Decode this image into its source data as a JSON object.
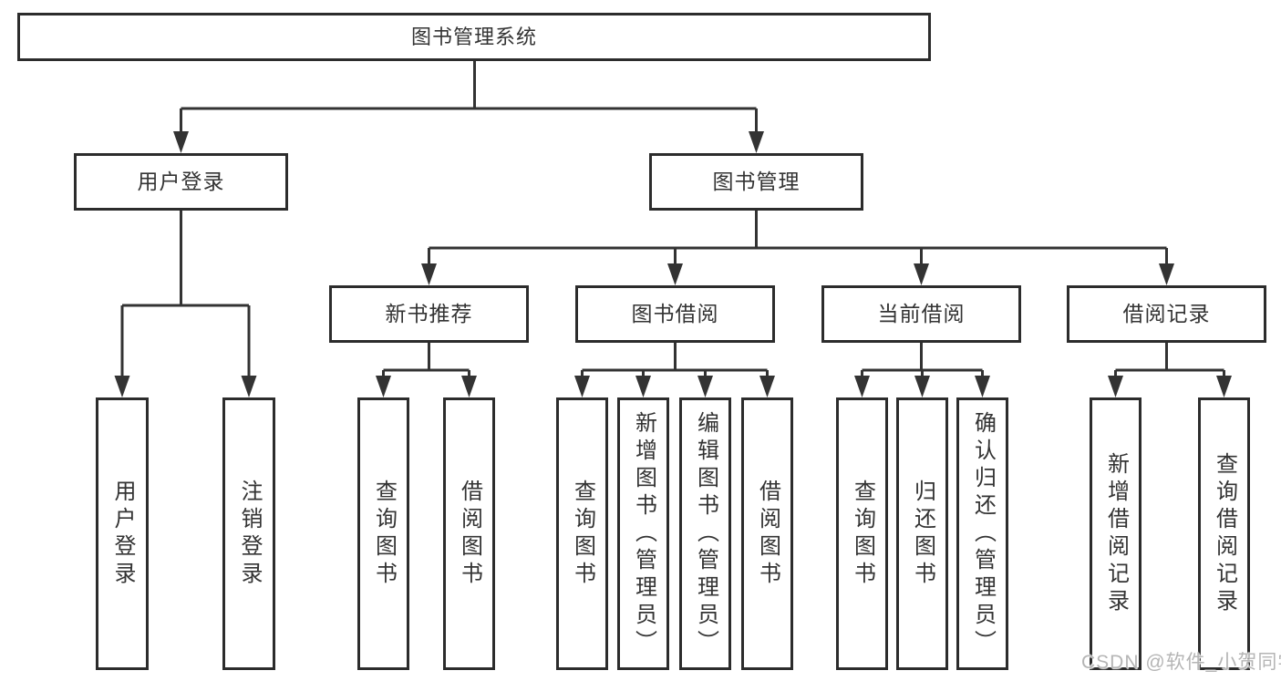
{
  "colors": {
    "line": "#333333",
    "border": "#2c2c2c",
    "text": "#333333",
    "background": "#ffffff",
    "watermark": "#b5b5b5"
  },
  "tree": {
    "root": {
      "label": "图书管理系统"
    },
    "branches": [
      {
        "label": "用户登录",
        "children": [
          {
            "label": "用户登录"
          },
          {
            "label": "注销登录"
          }
        ]
      },
      {
        "label": "图书管理",
        "groups": [
          {
            "label": "新书推荐",
            "children": [
              {
                "label": "查询图书"
              },
              {
                "label": "借阅图书"
              }
            ]
          },
          {
            "label": "图书借阅",
            "children": [
              {
                "label": "查询图书"
              },
              {
                "label": "新增图书（管理员）"
              },
              {
                "label": "编辑图书（管理员）"
              },
              {
                "label": "借阅图书"
              }
            ]
          },
          {
            "label": "当前借阅",
            "children": [
              {
                "label": "查询图书"
              },
              {
                "label": "归还图书"
              },
              {
                "label": "确认归还（管理员）"
              }
            ]
          },
          {
            "label": "借阅记录",
            "children": [
              {
                "label": "新增借阅记录"
              },
              {
                "label": "查询借阅记录"
              }
            ]
          }
        ]
      }
    ]
  },
  "watermark": {
    "text": "CSDN @软件_小贺同学"
  }
}
